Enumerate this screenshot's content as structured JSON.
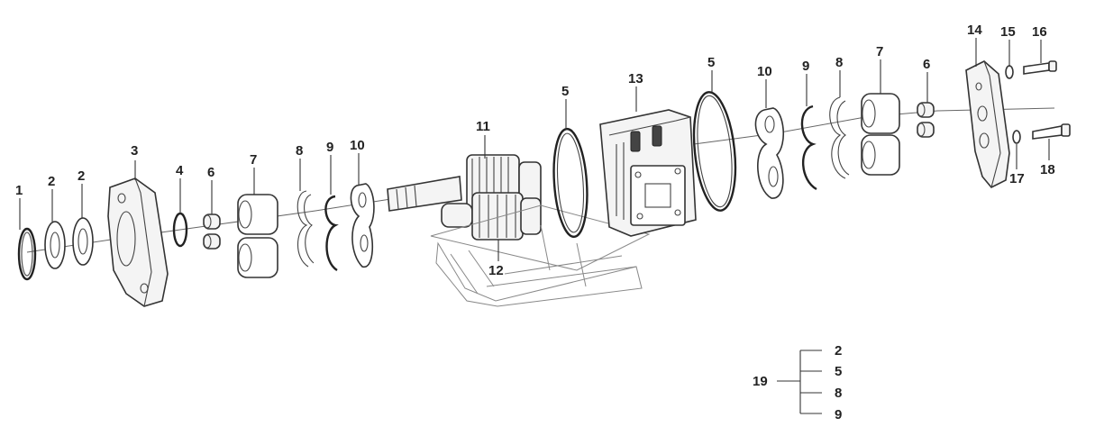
{
  "callouts": {
    "c1": "1",
    "c2a": "2",
    "c2b": "2",
    "c3": "3",
    "c4": "4",
    "c6a": "6",
    "c7a": "7",
    "c8a": "8",
    "c9a": "9",
    "c10a": "10",
    "c11": "11",
    "c12": "12",
    "c5a": "5",
    "c13": "13",
    "c5b": "5",
    "c10b": "10",
    "c9b": "9",
    "c8b": "8",
    "c7b": "7",
    "c6b": "6",
    "c14": "14",
    "c15": "15",
    "c16": "16",
    "c17": "17",
    "c18": "18"
  },
  "kit": {
    "label": "19",
    "items": [
      "2",
      "5",
      "8",
      "9"
    ]
  }
}
